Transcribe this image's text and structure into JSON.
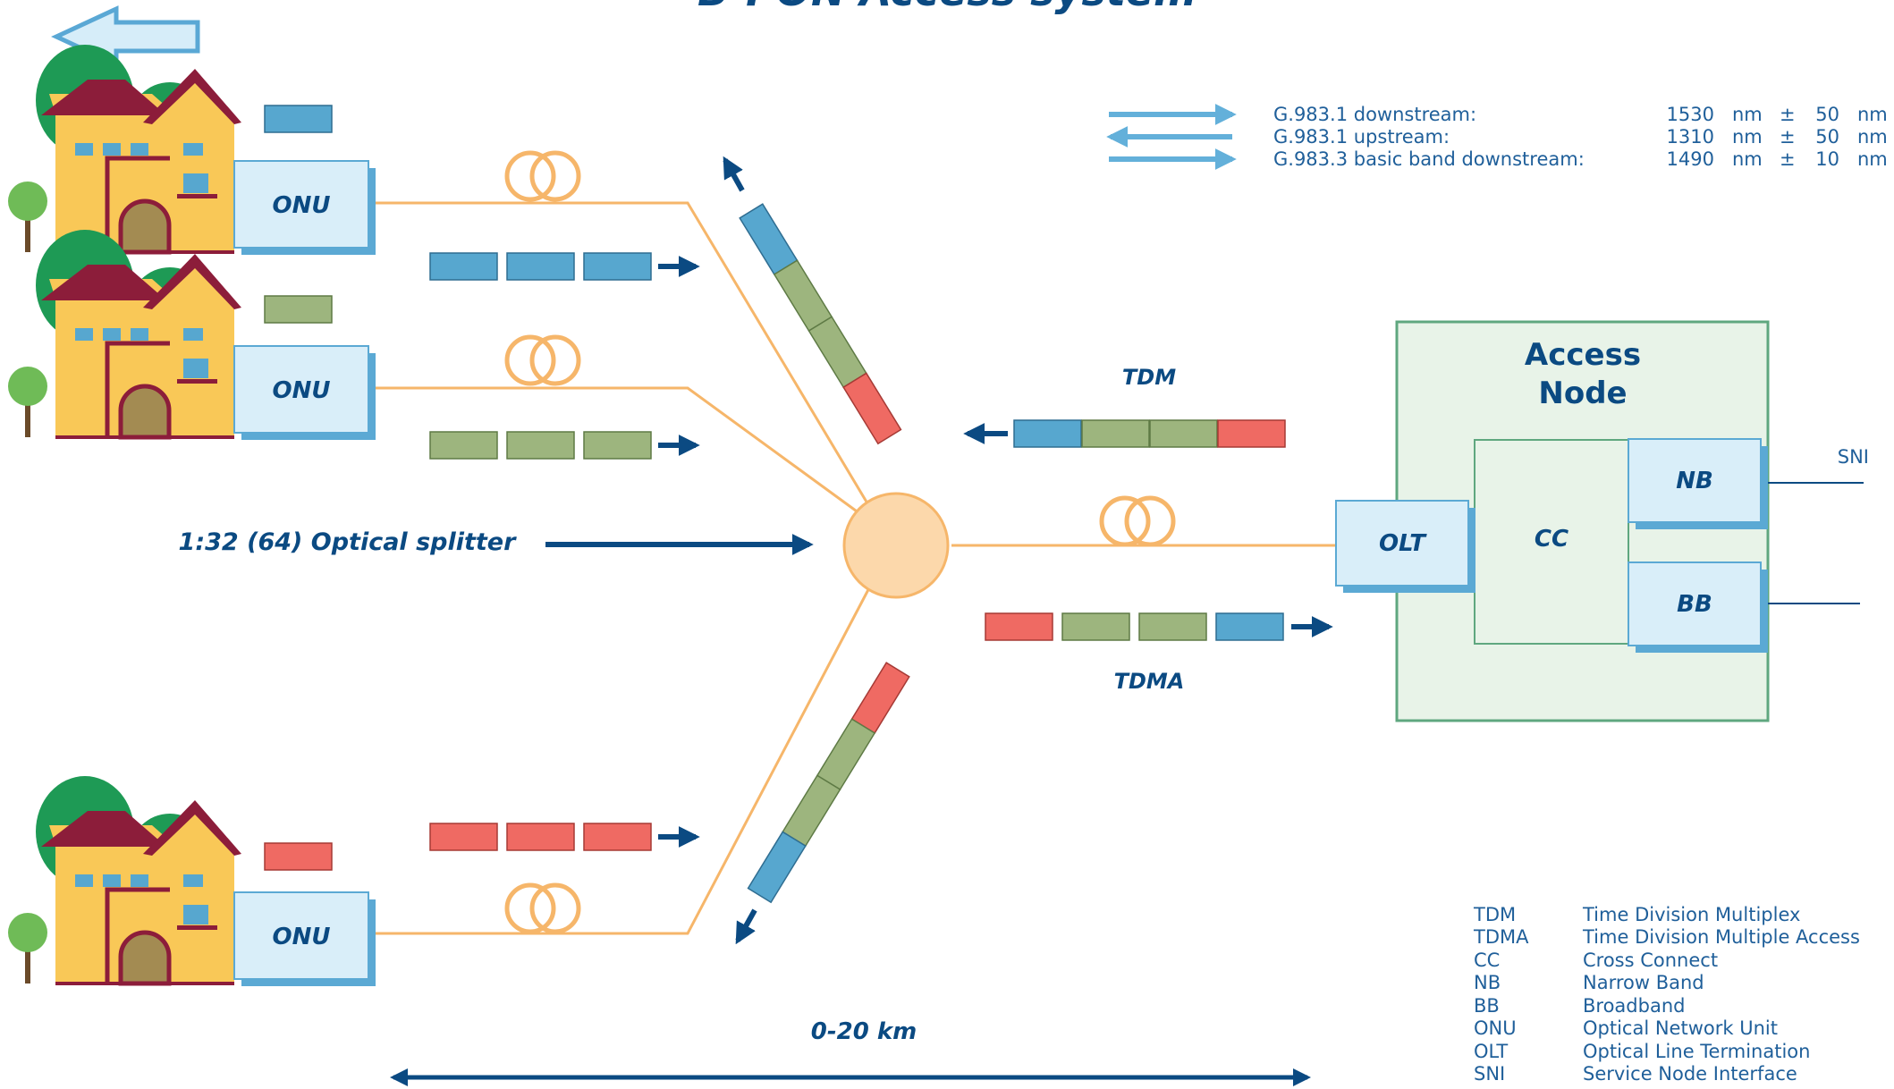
{
  "title": "B-PON Access system",
  "onu_label": "ONU",
  "splitter_label": "1:32 (64) Optical splitter",
  "tdm_label": "TDM",
  "tdma_label": "TDMA",
  "distance_label": "0-20 km",
  "access_node": {
    "title_line1": "Access",
    "title_line2": "Node",
    "olt": "OLT",
    "cc": "CC",
    "nb": "NB",
    "bb": "BB",
    "sni": "SNI"
  },
  "wavelengths": [
    {
      "name": "G.983.1 downstream:",
      "value": "1530",
      "unit": "nm",
      "pm": "±",
      "tol": "50",
      "unit2": "nm",
      "direction": "right"
    },
    {
      "name": "G.983.1 upstream:",
      "value": "1310",
      "unit": "nm",
      "pm": "±",
      "tol": "50",
      "unit2": "nm",
      "direction": "left"
    },
    {
      "name": "G.983.3 basic band downstream:",
      "value": "1490",
      "unit": "nm",
      "pm": "±",
      "tol": "10",
      "unit2": "nm",
      "direction": "right"
    }
  ],
  "glossary": [
    {
      "abbr": "TDM",
      "meaning": "Time Division Multiplex"
    },
    {
      "abbr": "TDMA",
      "meaning": "Time Division Multiple Access"
    },
    {
      "abbr": "CC",
      "meaning": "Cross Connect"
    },
    {
      "abbr": "NB",
      "meaning": "Narrow Band"
    },
    {
      "abbr": "BB",
      "meaning": "Broadband"
    },
    {
      "abbr": "ONU",
      "meaning": "Optical Network Unit"
    },
    {
      "abbr": "OLT",
      "meaning": "Optical Line Termination"
    },
    {
      "abbr": "SNI",
      "meaning": "Service Node Interface"
    }
  ],
  "colors": {
    "blue_packet": "#57a7cf",
    "green_packet": "#9db57e",
    "red_packet": "#ef6a63",
    "fiber": "#f6b66a",
    "arrow": "#0b4a82",
    "node_bg": "#e8f3e8",
    "node_border": "#5fa77f",
    "box_fill": "#d9eef9",
    "box_shadow": "#5ba9d4"
  }
}
